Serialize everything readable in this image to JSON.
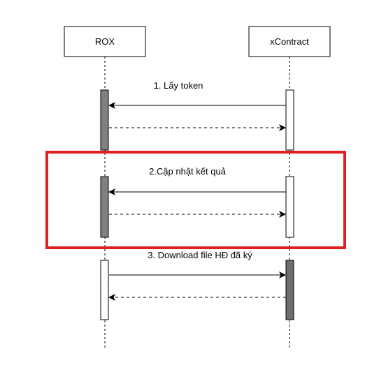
{
  "participants": [
    {
      "name": "ROX"
    },
    {
      "name": "xContract"
    }
  ],
  "messages": [
    {
      "label": "1. Lấy token"
    },
    {
      "label": "2.Cập nhật kết quả"
    },
    {
      "label": "3. Download file HĐ đã ký"
    }
  ],
  "colors": {
    "line": "#000000",
    "activation_dark": "#808080",
    "activation_darker": "#6e6e6e",
    "activation_light": "#ffffff",
    "highlight": "#e02020"
  }
}
